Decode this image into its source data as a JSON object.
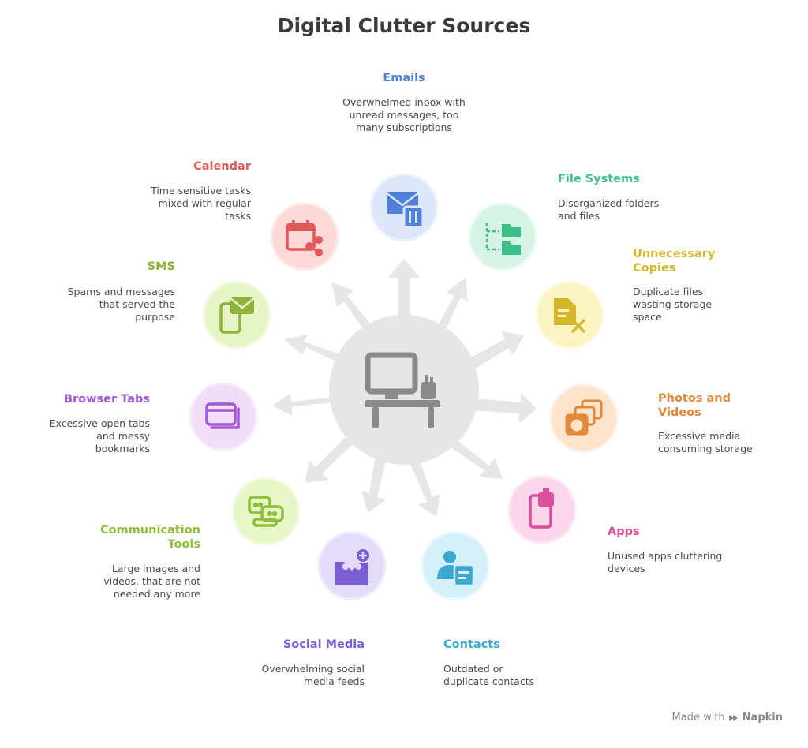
{
  "title": "Digital Clutter Sources",
  "colors": {
    "emails": "#4f7fd6",
    "file_systems": "#3dbf8a",
    "unnecessary_copies": "#d6b72a",
    "photos": "#e0893a",
    "apps": "#d94f9c",
    "contacts": "#3aa8d0",
    "social": "#7a5fd3",
    "comm_tools": "#8fbf3a",
    "browser_tabs": "#a259d3",
    "sms": "#8db33a",
    "calendar": "#e05a5a"
  },
  "nodes": [
    {
      "key": "emails",
      "label": "Emails",
      "desc": "Overwhelmed inbox with unread messages, too many subscriptions",
      "icon": "email-trash-icon"
    },
    {
      "key": "file_systems",
      "label": "File Systems",
      "desc": "Disorganized folders and files",
      "icon": "folder-tree-icon"
    },
    {
      "key": "unnecessary_copies",
      "label": "Unnecessary Copies",
      "desc": "Duplicate files wasting storage space",
      "icon": "file-delete-icon"
    },
    {
      "key": "photos",
      "label": "Photos and Videos",
      "desc": "Excessive media consuming storage",
      "icon": "photo-stack-icon"
    },
    {
      "key": "apps",
      "label": "Apps",
      "desc": "Unused apps cluttering devices",
      "icon": "phone-app-icon"
    },
    {
      "key": "contacts",
      "label": "Contacts",
      "desc": "Outdated or duplicate contacts",
      "icon": "contact-card-icon"
    },
    {
      "key": "social",
      "label": "Social Media",
      "desc": "Overwhelming social media feeds",
      "icon": "social-inbox-icon"
    },
    {
      "key": "comm_tools",
      "label": "Communication Tools",
      "desc": "Large images and videos, that are not needed any more",
      "icon": "chat-bubbles-icon"
    },
    {
      "key": "browser_tabs",
      "label": "Browser Tabs",
      "desc": "Excessive open tabs and messy bookmarks",
      "icon": "browser-tabs-icon"
    },
    {
      "key": "sms",
      "label": "SMS",
      "desc": "Spams and messages that served the purpose",
      "icon": "phone-message-icon"
    },
    {
      "key": "calendar",
      "label": "Calendar",
      "desc": "Time sensitive tasks mixed with regular tasks",
      "icon": "calendar-share-icon"
    }
  ],
  "center_icon": "computer-desk-icon",
  "footer": {
    "prefix": "Made with",
    "brand": "Napkin"
  }
}
